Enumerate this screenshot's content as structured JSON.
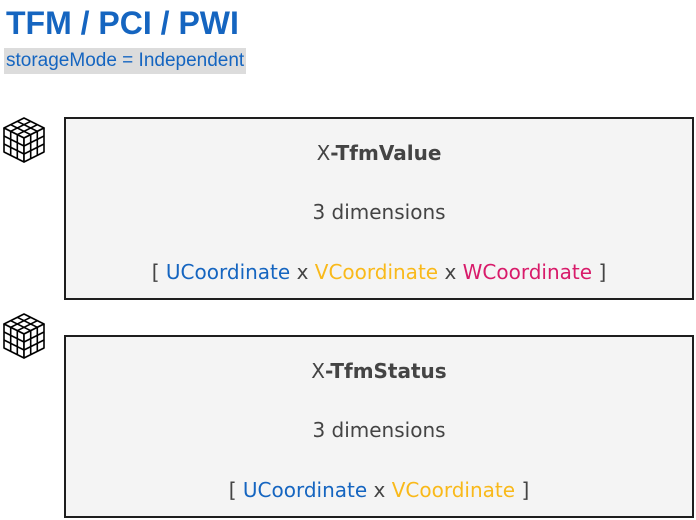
{
  "header": {
    "title": "TFM / PCI / PWI",
    "subtitle": "storageMode = Independent"
  },
  "colors": {
    "title_blue": "#1565c0",
    "ucoordinate": "#1565c0",
    "vcoordinate": "#f9b91a",
    "wcoordinate": "#d81b6a"
  },
  "variables": [
    {
      "name_prefix": "X",
      "name_bold": "-TfmValue",
      "dimensions_text": "3 dimensions",
      "open_bracket": "[",
      "close_bracket": "]",
      "sep1": "x",
      "sep2": "x",
      "dims": [
        "UCoordinate",
        "VCoordinate",
        "WCoordinate"
      ]
    },
    {
      "name_prefix": "X",
      "name_bold": "-TfmStatus",
      "dimensions_text": "3 dimensions",
      "open_bracket": "[",
      "close_bracket": "]",
      "sep1": "x",
      "dims": [
        "UCoordinate",
        "VCoordinate"
      ]
    }
  ],
  "icons": [
    "cube-icon",
    "cube-icon"
  ]
}
